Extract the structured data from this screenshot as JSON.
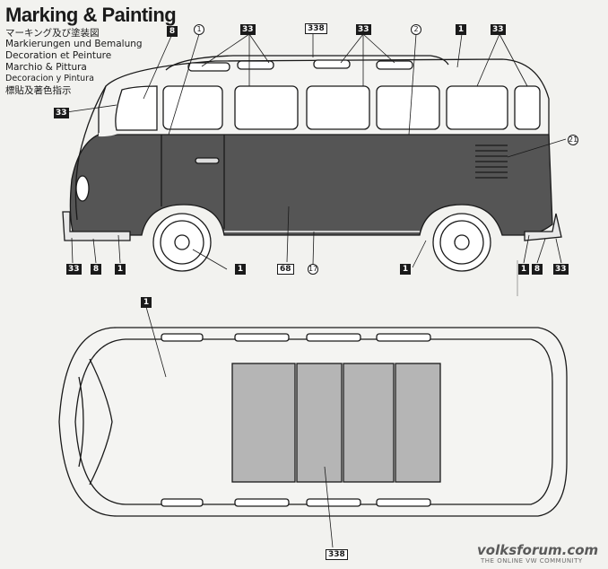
{
  "title": "Marking & Painting",
  "subtitles": [
    "マーキング及び塗装図",
    "Markierungen und Bemalung",
    "Decoration et Peinture",
    "Marchio & Pittura",
    "Decoracion y Pintura",
    "標貼及著色指示"
  ],
  "callouts": {
    "c8_top": "8",
    "c1_circle": "1",
    "c33_top": "33",
    "c338_top": "338",
    "c33_mid": "33",
    "c2_circle": "2",
    "c1_top": "1",
    "c33_right": "33",
    "c33_left": "33",
    "c21": "21",
    "c33_bl": "33",
    "c8_bl": "8",
    "c1_bl": "1",
    "c1_wheel": "1",
    "c68": "68",
    "c17": "17",
    "c1_rear_wheel": "1",
    "c1_br": "1",
    "c8_br": "8",
    "c33_br": "33",
    "c1_plan": "1",
    "c338_bottom": "338"
  },
  "watermark": {
    "brand": "volksforum.com",
    "tagline": "THE ONLINE VW COMMUNITY"
  },
  "colors": {
    "body_lower": "#555555",
    "body_upper": "#f4f4f2",
    "line": "#1a1a1a",
    "roof_panel": "#b5b5b5"
  }
}
